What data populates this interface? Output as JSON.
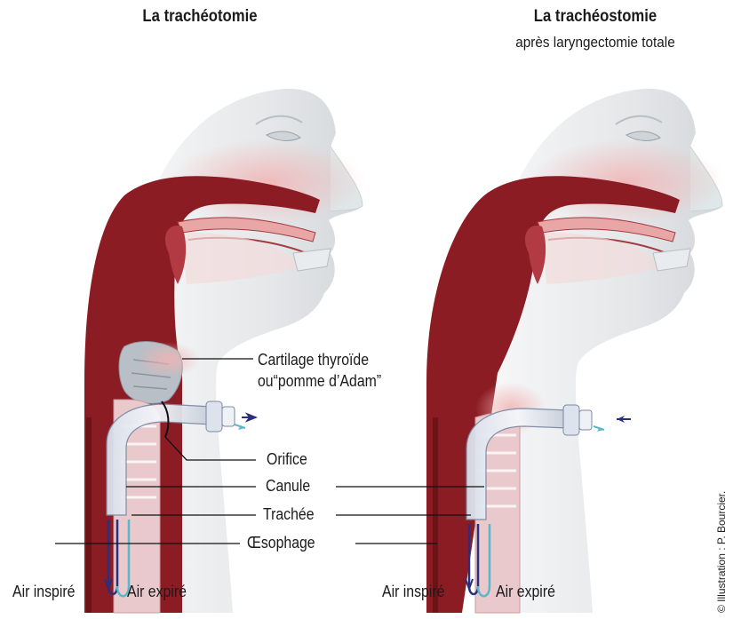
{
  "left_panel": {
    "title": "La trachéotomie"
  },
  "right_panel": {
    "title": "La trachéostomie",
    "subtitle": "après laryngectomie totale"
  },
  "labels": {
    "thyroid_line1": "Cartilage thyroïde",
    "thyroid_line2": "ou“pomme d’Adam”",
    "orifice": "Orifice",
    "canule": "Canule",
    "trachee": "Trachée",
    "oesophage": "Œsophage",
    "air_inspire": "Air inspiré",
    "air_expire": "Air expiré"
  },
  "credit": "© Illustration : P. Bourcier.",
  "colors": {
    "skin": "#e4e6e7",
    "skin_shadow": "#c9cdd0",
    "tissue_red": "#8c1c24",
    "tissue_pink": "#e8a6a6",
    "air_in": "#2b2e7a",
    "air_out": "#58b8cc",
    "cartilage": "#b9bfc6"
  }
}
